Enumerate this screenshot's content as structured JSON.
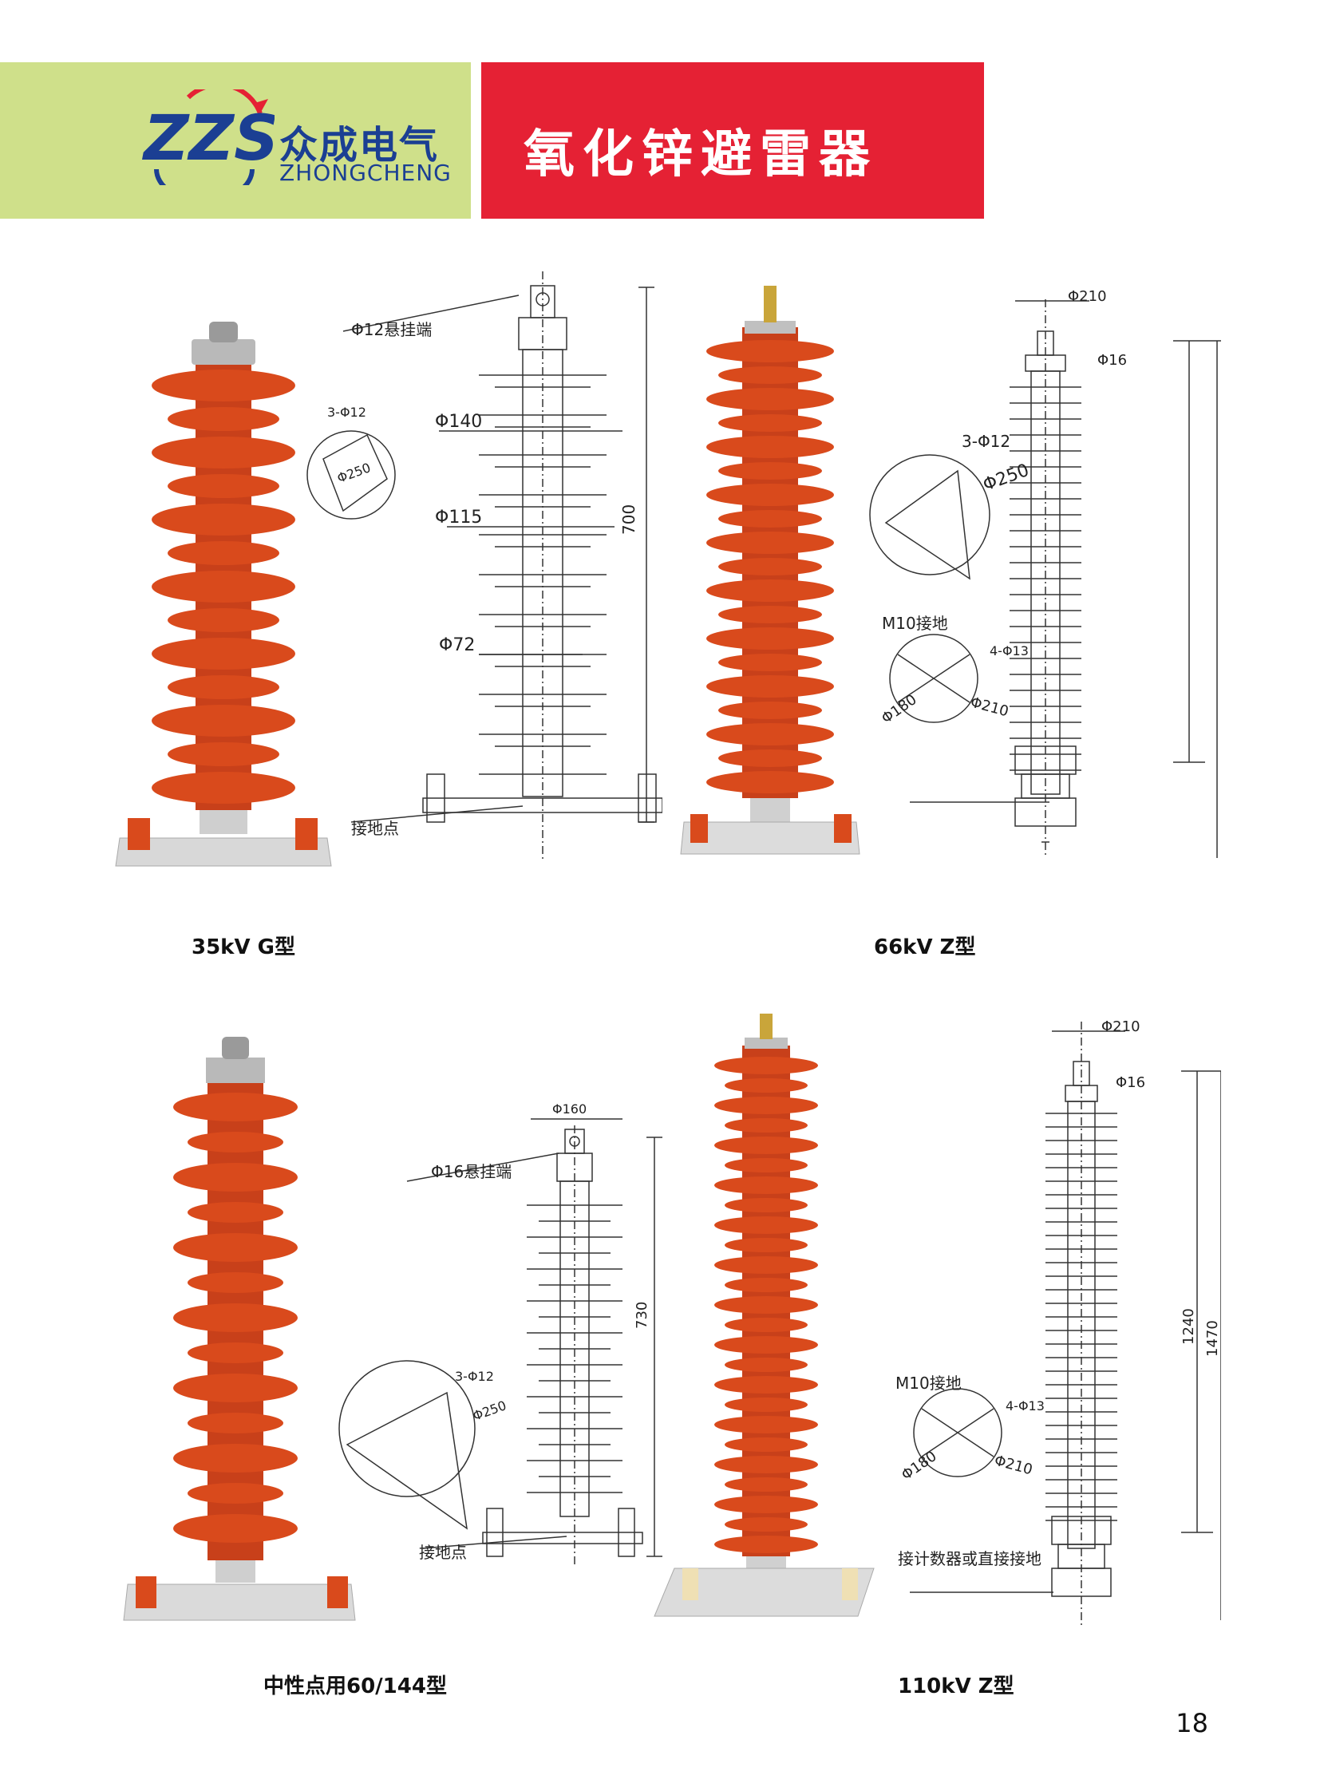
{
  "header": {
    "brand_cn": "众成电气",
    "brand_en": "ZHONGCHENG",
    "title": "氧化锌避雷器",
    "brand_color": "#1b3f93",
    "header_left_color": "#cfe08a",
    "header_right_color": "#e52134"
  },
  "products": [
    {
      "caption": "35kV  G型",
      "labels": {
        "hang_end": "Φ12悬挂端",
        "holes": "3-Φ12",
        "base_dia": "Φ250",
        "d1": "Φ140",
        "d2": "Φ115",
        "d3": "Φ72",
        "height": "700",
        "ground": "接地点"
      }
    },
    {
      "caption": "66kV  Z型",
      "labels": {
        "top_dia": "Φ210",
        "pin": "Φ16",
        "holes": "3-Φ12",
        "base_dia": "Φ250",
        "m10": "M10接地",
        "holes4": "4-Φ13",
        "d180": "Φ180",
        "d210": "Φ210"
      }
    },
    {
      "caption": "中性点用60/144型",
      "labels": {
        "top_dia": "Φ160",
        "hang_end": "Φ16悬挂端",
        "height": "730",
        "holes": "3-Φ12",
        "base_dia": "Φ250",
        "ground": "接地点"
      }
    },
    {
      "caption": "110kV  Z型",
      "labels": {
        "top_dia": "Φ210",
        "pin": "Φ16",
        "m10": "M10接地",
        "holes4": "4-Φ13",
        "d180": "Φ180",
        "d210": "Φ210",
        "h1": "1240",
        "h2": "1470",
        "ground": "接计数器或直接接地"
      }
    }
  ],
  "page_number": "18",
  "colors": {
    "arrester_orange": "#d94a1c",
    "line": "#333333"
  }
}
